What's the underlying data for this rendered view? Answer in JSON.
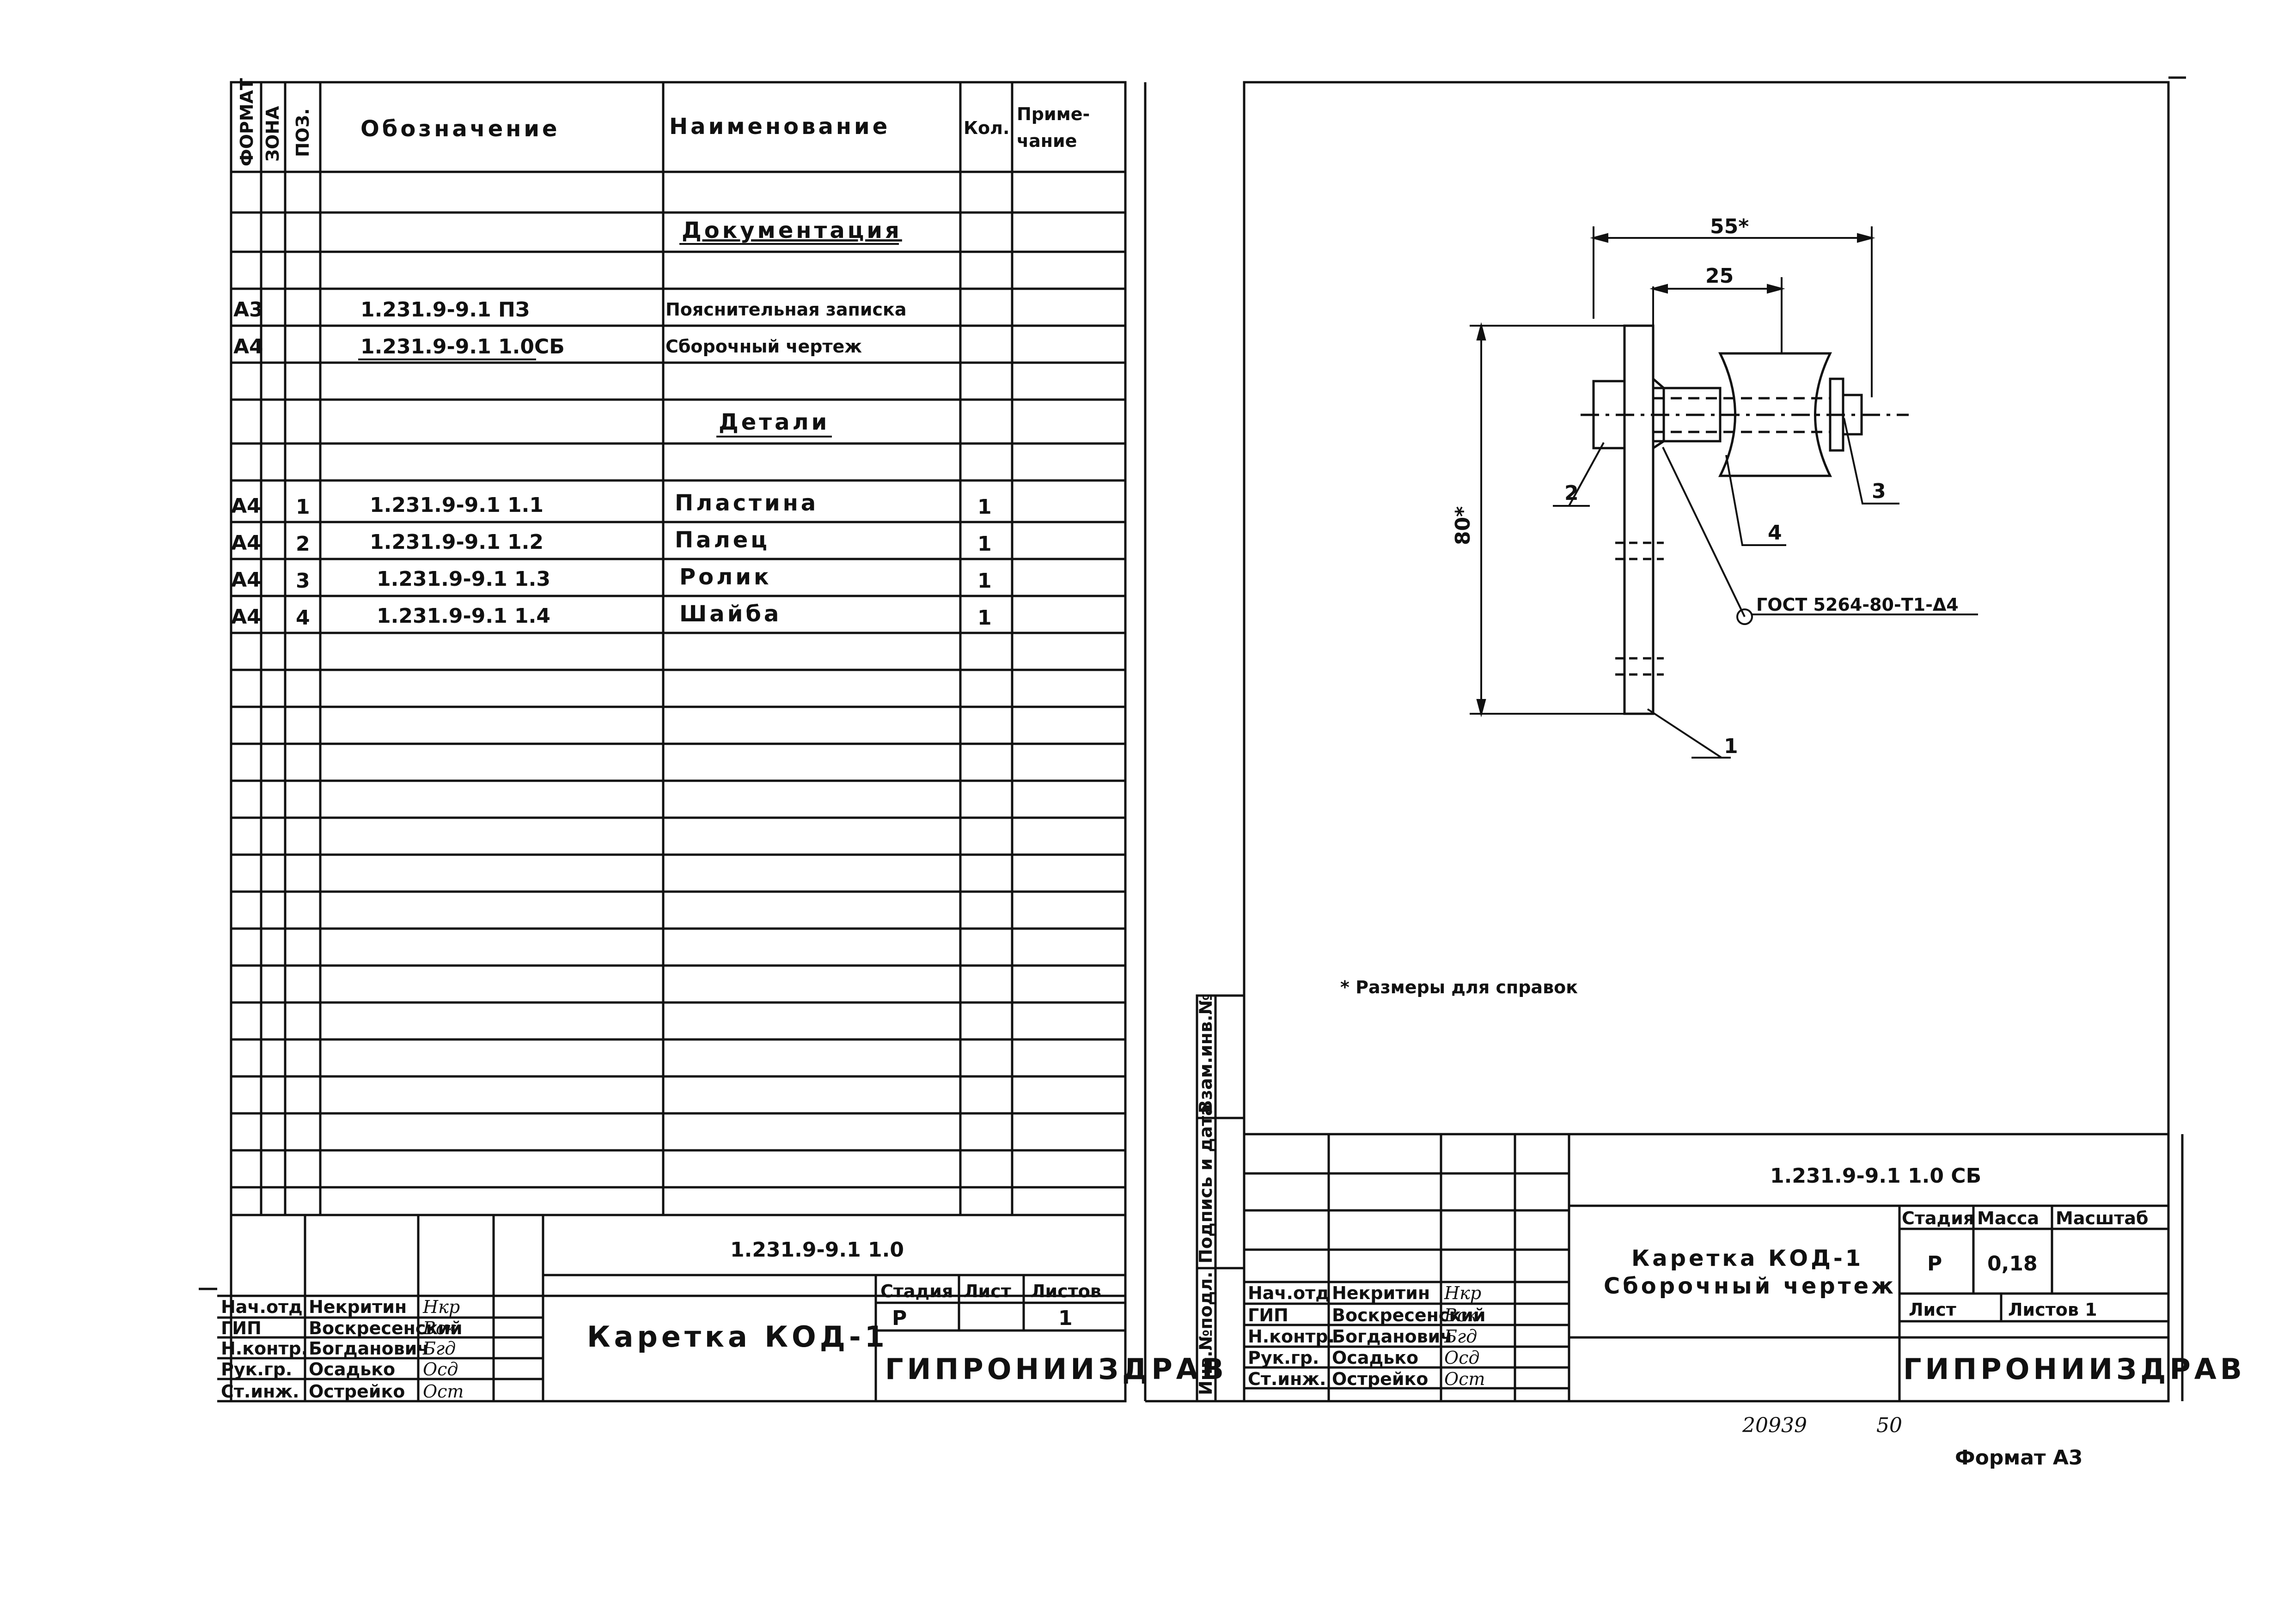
{
  "spec_headers": {
    "format": "ФОРМАТ",
    "zone": "ЗОНА",
    "pos": "ПОЗ.",
    "designation": "Обозначение",
    "name": "Наименование",
    "qty": "Кол.",
    "note_1": "Приме-",
    "note_2": "чание"
  },
  "sections": {
    "documentation": "Документация",
    "details": "Детали"
  },
  "documents": [
    {
      "format": "А3",
      "designation": "1.231.9-9.1 ПЗ",
      "name": "Пояснительная записка"
    },
    {
      "format": "А4",
      "designation": "1.231.9-9.1 1.0СБ",
      "name": "Сборочный чертеж"
    }
  ],
  "details": [
    {
      "format": "А4",
      "pos": "1",
      "designation": "1.231.9-9.1 1.1",
      "name": "Пластина",
      "qty": "1"
    },
    {
      "format": "А4",
      "pos": "2",
      "designation": "1.231.9-9.1 1.2",
      "name": "Палец",
      "qty": "1"
    },
    {
      "format": "А4",
      "pos": "3",
      "designation": "1.231.9-9.1 1.3",
      "name": "Ролик",
      "qty": "1"
    },
    {
      "format": "А4",
      "pos": "4",
      "designation": "1.231.9-9.1 1.4",
      "name": "Шайба",
      "qty": "1"
    }
  ],
  "title_left": {
    "code": "1.231.9-9.1 1.0",
    "title": "Каретка КОД-1",
    "stage_label": "Стадия",
    "sheet_label": "Лист",
    "sheets_label": "Листов",
    "stage": "Р",
    "sheets": "1",
    "org": "ГИПРОНИИЗДРАВ"
  },
  "signatures": [
    {
      "role": "Нач.отд",
      "name": "Некритин",
      "sign": "Нкр"
    },
    {
      "role": "ГИП",
      "name": "Воскресенский",
      "sign": "Вск"
    },
    {
      "role": "Н.контр.",
      "name": "Богданович",
      "sign": "Бгд"
    },
    {
      "role": "Рук.гр.",
      "name": "Осадько",
      "sign": "Осд"
    },
    {
      "role": "Ст.инж.",
      "name": "Острейко",
      "sign": "Ост"
    }
  ],
  "side_stamp": {
    "inv_original": "Инв.№подл.",
    "sign_date": "Подпись и дата",
    "replaced_inv": "Взам.инв.№"
  },
  "drawing": {
    "dim_overall": "55*",
    "dim_roller": "25",
    "dim_height": "80*",
    "leaders": [
      "1",
      "2",
      "3",
      "4"
    ],
    "weld_note": "ГОСТ 5264-80-Т1-Δ4",
    "footnote": "* Размеры для справок"
  },
  "title_right": {
    "code": "1.231.9-9.1 1.0 СБ",
    "title_1": "Каретка КОД-1",
    "title_2": "Сборочный чертеж",
    "stage_label": "Стадия",
    "mass_label": "Масса",
    "scale_label": "Масштаб",
    "stage": "Р",
    "mass": "0,18",
    "sheet_label": "Лист",
    "sheets_label": "Листов 1",
    "org": "ГИПРОНИИЗДРАВ"
  },
  "bottom": {
    "number": "20939",
    "page": "50",
    "format_note": "Формат А3"
  }
}
